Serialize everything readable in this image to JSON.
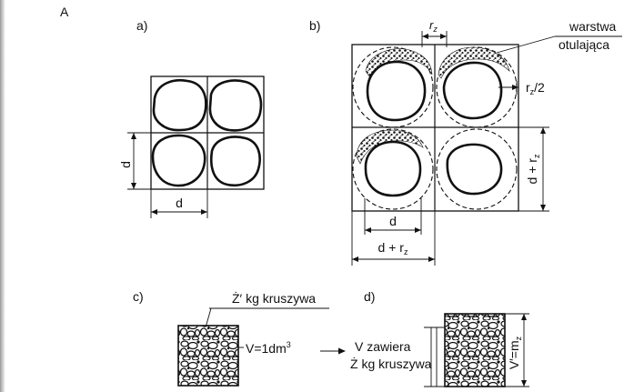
{
  "page_label": "A",
  "panels": {
    "a": {
      "label": "a)",
      "dim_vertical": "d",
      "dim_horizontal": "d"
    },
    "b": {
      "label": "b)",
      "dim_top": "r",
      "dim_top_sub": "z",
      "callout_line1": "warstwa",
      "callout_line2": "otulająca",
      "half_radius_main": "r",
      "half_radius_sub": "z",
      "half_radius_tail": "/2",
      "dim_right_main": "d + r",
      "dim_right_sub": "z",
      "dim_bottom_inner": "d",
      "dim_bottom_outer_main": "d + r",
      "dim_bottom_outer_sub": "z"
    },
    "c": {
      "label": "c)",
      "caption": "Ż′ kg kruszywa",
      "volume_main": "V=1dm",
      "volume_sup": "3"
    },
    "d": {
      "label": "d)",
      "contains_line1": "V zawiera",
      "contains_line2": "Ż kg kruszywa",
      "volume_main": "V′=m",
      "volume_sub": "z"
    }
  }
}
